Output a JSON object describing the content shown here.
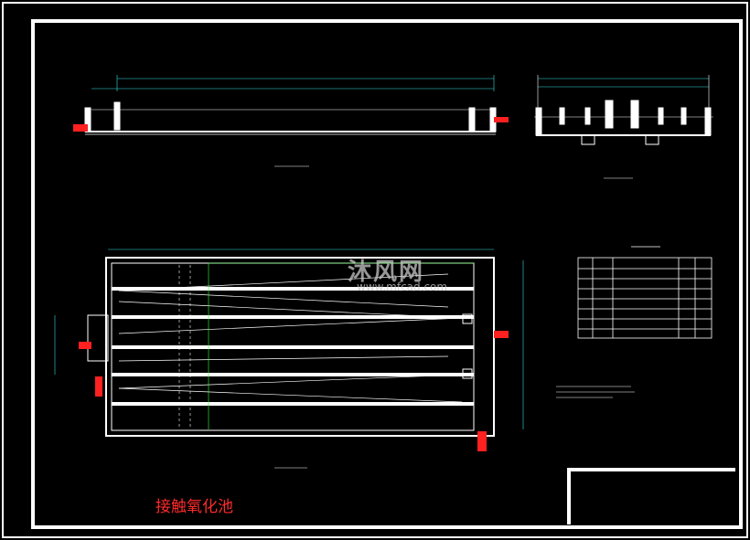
{
  "drawing": {
    "title": "接触氧化池",
    "watermark_cn": "沐风网",
    "watermark_url": "www.mfcad.com"
  },
  "colors": {
    "background": "#000000",
    "lines": "#ffffff",
    "dimension": "#34e0e0",
    "pipe": "#ff2020",
    "title": "#ff2a2a",
    "accent": "#3cff3c"
  },
  "equipment_table": {
    "rows": 7,
    "columns": 5
  }
}
